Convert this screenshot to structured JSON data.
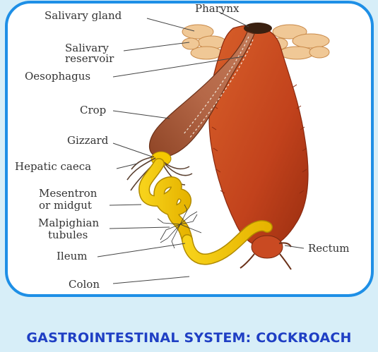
{
  "colors": {
    "background": "#d7eef8",
    "frame_border": "#1e8fe6",
    "caption": "#1f3fc4",
    "crop": "#a85a3a",
    "body": "#c9461e",
    "gut_yellow": "#f5c800",
    "salivary": "#f0c896"
  },
  "labels": {
    "salivary_gland": "Salivary gland",
    "pharynx": "Pharynx",
    "salivary_reservoir_1": "Salivary",
    "salivary_reservoir_2": "reservoir",
    "oesophagus": "Oesophagus",
    "crop": "Crop",
    "gizzard": "Gizzard",
    "hepatic_caeca": "Hepatic caeca",
    "mesentron_1": "Mesentron",
    "mesentron_2": "or midgut",
    "malpighian_1": "Malpighian",
    "malpighian_2": "tubules",
    "ileum": "Ileum",
    "rectum": "Rectum",
    "colon": "Colon"
  },
  "caption": "GASTROINTESTINAL SYSTEM: COCKROACH"
}
